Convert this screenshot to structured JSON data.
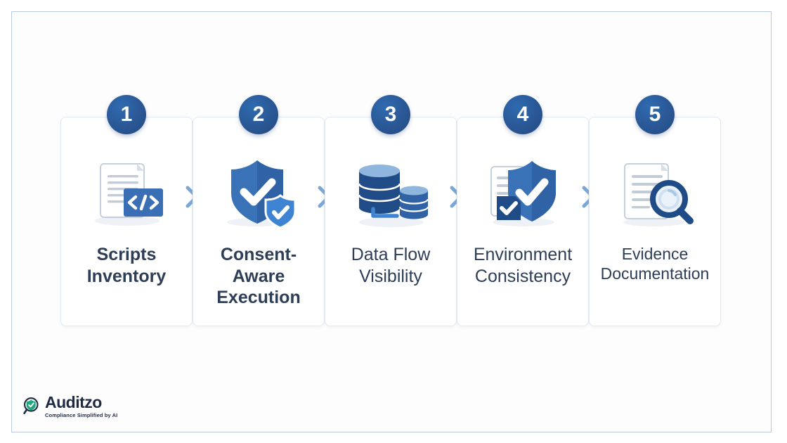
{
  "frame": {
    "border_color": "#b9cbe4",
    "background": "#fdfdfe"
  },
  "theme": {
    "badge_blue": "#2a5795",
    "icon_blue": "#3672b8",
    "icon_dark_blue": "#1e4a7d",
    "title_color": "#2d3e56",
    "card_border": "#e3e9f2",
    "chevron_color": "#7ba7d8",
    "rail_color": "#dde5f0"
  },
  "steps": [
    {
      "number": "1",
      "title": "Scripts Inventory",
      "title_lines": [
        "Scripts",
        "Inventory"
      ],
      "icon": "document-code-icon",
      "weight": "bold"
    },
    {
      "number": "2",
      "title": "Consent-Aware Execution",
      "title_lines": [
        "Consent-",
        "Aware",
        "Execution"
      ],
      "icon": "shield-check-icon",
      "weight": "bold"
    },
    {
      "number": "3",
      "title": "Data Flow Visibility",
      "title_lines": [
        "Data Flow",
        "Visibility"
      ],
      "icon": "database-stack-icon",
      "weight": "normal"
    },
    {
      "number": "4",
      "title": "Environment Consistency",
      "title_lines": [
        "Environment",
        "Consistency"
      ],
      "icon": "document-shield-check-icon",
      "weight": "normal"
    },
    {
      "number": "5",
      "title": "Evidence Documentation",
      "title_lines": [
        "Evidence",
        "Documentation"
      ],
      "icon": "document-magnifier-icon",
      "weight": "small"
    }
  ],
  "connectors": [
    {
      "name": "chevron-1-2"
    },
    {
      "name": "chevron-2-3"
    },
    {
      "name": "chevron-3-4"
    },
    {
      "name": "chevron-4-5"
    }
  ],
  "logo": {
    "brand": "Auditzo",
    "tagline": "Compliance Simplified by AI",
    "mark": "shield-check-magnifier-icon",
    "mark_color": "#1ea97c"
  }
}
